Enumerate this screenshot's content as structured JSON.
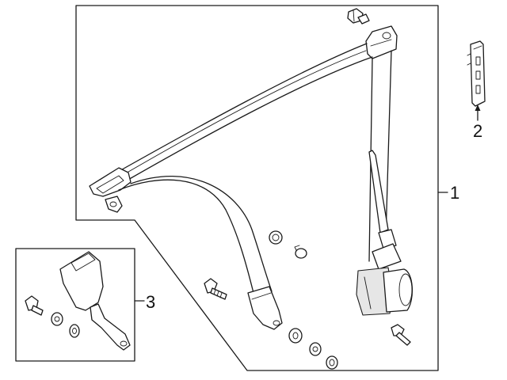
{
  "callouts": {
    "part1": "1",
    "part2": "2",
    "part3": "3"
  },
  "icons": [
    "bolt-icon",
    "nut-icon",
    "washer-icon",
    "clip-icon",
    "seat-belt-buckle-icon",
    "bracket-icon",
    "retractor-icon",
    "belt-anchor-icon"
  ],
  "colors": {
    "line": "#1a1a1a",
    "background": "#ffffff",
    "shade": "#e6e6e6"
  }
}
